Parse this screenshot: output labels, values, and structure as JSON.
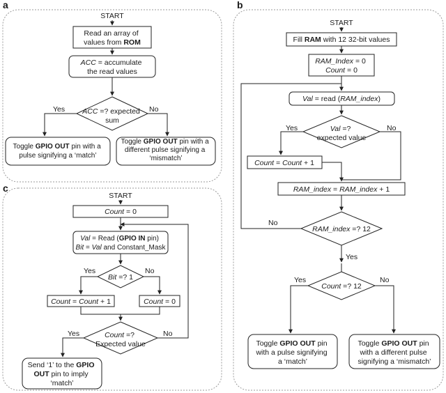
{
  "panels": {
    "a": {
      "label": "a",
      "start": "START",
      "read_rom": {
        "l1": "Read an array of",
        "l2a": "values from ",
        "l2b": "ROM"
      },
      "acc": {
        "l1a": "ACC",
        "l1b": " = accumulate",
        "l2": "the read values"
      },
      "decision": {
        "l1a": "ACC",
        "l1b": " =? expected",
        "l2": "sum"
      },
      "yes": "Yes",
      "no": "No",
      "match": {
        "l1a": "Toggle ",
        "l1b": "GPIO OUT",
        "l1c": " pin with a",
        "l2": "pulse signifying a ‘match’"
      },
      "mismatch": {
        "l1a": "Toggle ",
        "l1b": "GPIO OUT",
        "l1c": " pin with a",
        "l2": "different pulse signifying a",
        "l3": "‘mismatch’"
      }
    },
    "b": {
      "label": "b",
      "start": "START",
      "fill": {
        "a": "Fill ",
        "b": "RAM",
        "c": " with 12 32-bit values"
      },
      "init": {
        "l1a": "RAM_Index",
        "l1b": " = 0",
        "l2a": "Count",
        "l2b": " = 0"
      },
      "read": {
        "a": "Val",
        "b": " = read (",
        "c": "RAM_index",
        "d": ")"
      },
      "decision1": {
        "l1a": "Val",
        "l1b": " =?",
        "l2": "expected value"
      },
      "yes1": "Yes",
      "no1": "No",
      "count_inc": {
        "a": "Count",
        "b": " = ",
        "c": "Count",
        "d": " + 1"
      },
      "index_inc": {
        "a": "RAM_index",
        "b": " = ",
        "c": "RAM_index",
        "d": " + 1"
      },
      "decision2": {
        "a": "RAM_index",
        "b": " =? 12"
      },
      "no2": "No",
      "yes2": "Yes",
      "decision3": {
        "a": "Count",
        "b": " =? 12"
      },
      "yes3": "Yes",
      "no3": "No",
      "match": {
        "l1a": "Toggle ",
        "l1b": "GPIO OUT",
        "l1c": " pin",
        "l2": "with a pulse signifying",
        "l3": "a ‘match’"
      },
      "mismatch": {
        "l1a": "Toggle ",
        "l1b": "GPIO OUT",
        "l1c": " pin",
        "l2": "with a different pulse",
        "l3": "signifying a ‘mismatch’"
      }
    },
    "c": {
      "label": "c",
      "start": "START",
      "init": {
        "a": "Count",
        "b": " = 0"
      },
      "read": {
        "l1a": "Val",
        "l1b": " = Read (",
        "l1c": "GPIO IN",
        "l1d": " pin)",
        "l2a": "Bit",
        "l2b": " = ",
        "l2c": "Val",
        "l2d": " and Constant_Mask"
      },
      "decision1": {
        "a": "Bit",
        "b": " =? 1"
      },
      "yes1": "Yes",
      "no1": "No",
      "count_inc": {
        "a": "Count",
        "b": " = ",
        "c": "Count",
        "d": " + 1"
      },
      "count_reset": {
        "a": "Count",
        "b": " = 0"
      },
      "decision2": {
        "l1a": "Count",
        "l1b": " =?",
        "l2": "Expected value"
      },
      "yes2": "Yes",
      "no2": "No",
      "send": {
        "l1a": "Send ‘1’ to the ",
        "l1b": "GPIO",
        "l2a": "OUT",
        "l2b": " pin to imply",
        "l3": "‘match’"
      }
    }
  }
}
